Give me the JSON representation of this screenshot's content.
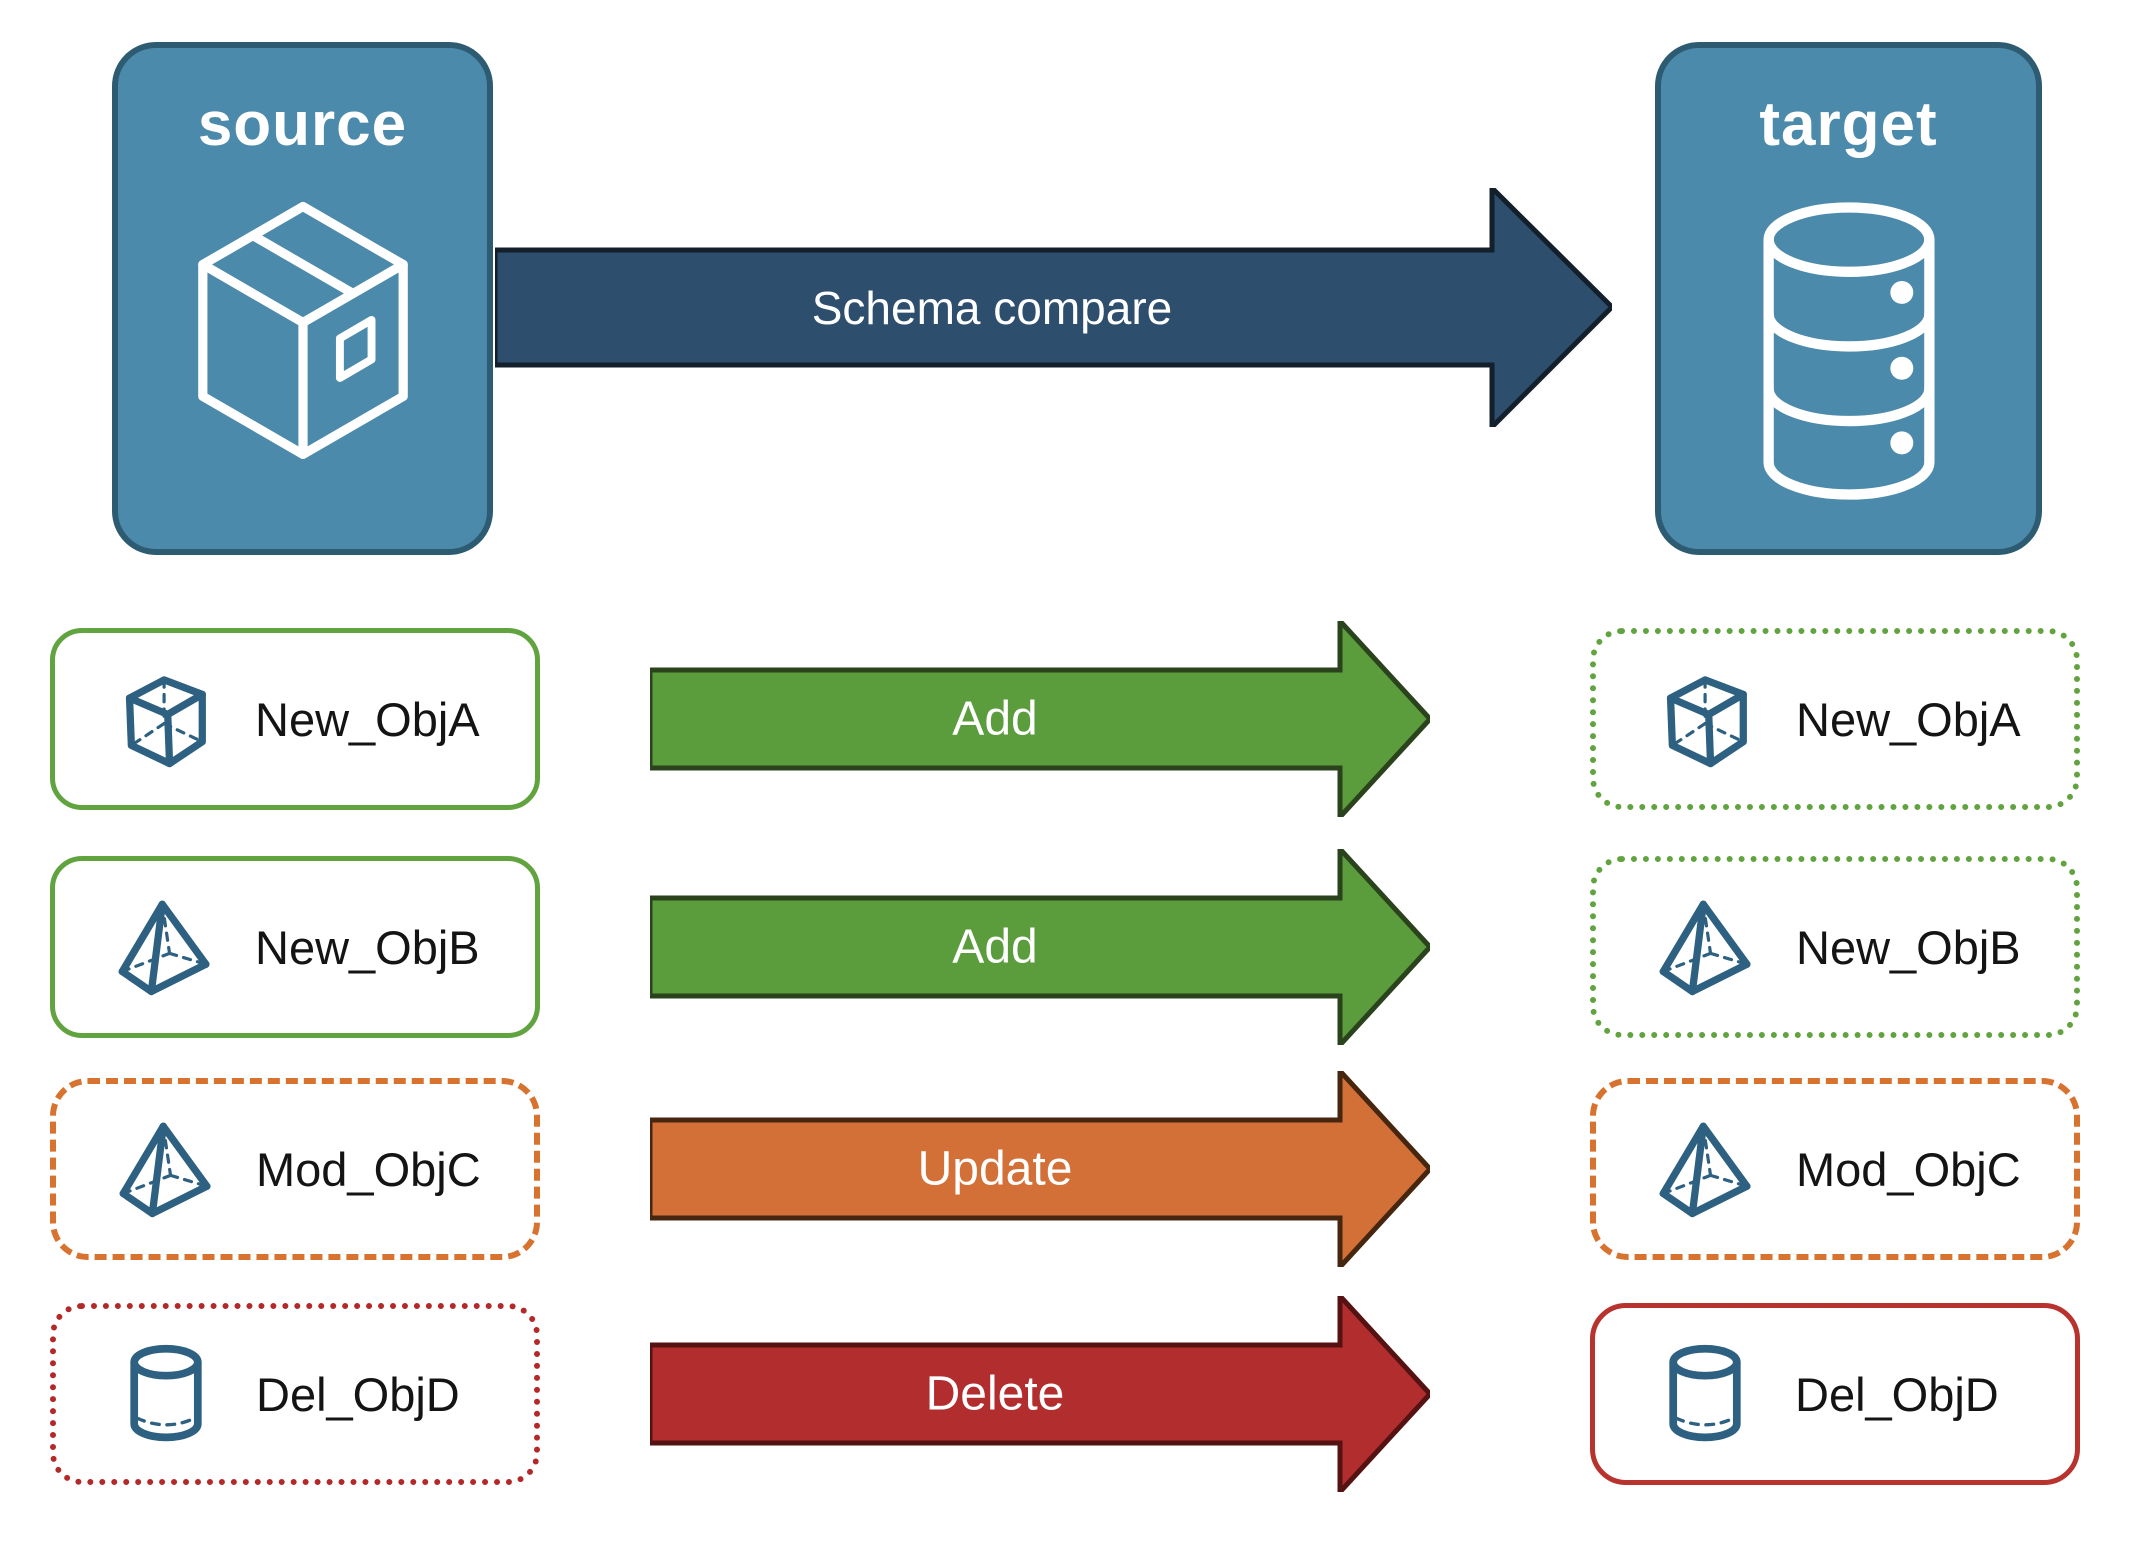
{
  "diagram": {
    "source_panel": {
      "title": "source",
      "icon": "package-box-icon"
    },
    "target_panel": {
      "title": "target",
      "icon": "database-icon"
    },
    "compare_arrow": {
      "label": "Schema compare"
    }
  },
  "rows": [
    {
      "source_label": "New_ObjA",
      "action": "Add",
      "target_label": "New_ObjA",
      "icon": "cube-icon",
      "source_border": "solid green",
      "target_border": "dotted green"
    },
    {
      "source_label": "New_ObjB",
      "action": "Add",
      "target_label": "New_ObjB",
      "icon": "pyramid-icon",
      "source_border": "solid green",
      "target_border": "dotted green"
    },
    {
      "source_label": "Mod_ObjC",
      "action": "Update",
      "target_label": "Mod_ObjC",
      "icon": "pyramid-icon",
      "source_border": "dashed orange",
      "target_border": "dashed orange"
    },
    {
      "source_label": "Del_ObjD",
      "action": "Delete",
      "target_label": "Del_ObjD",
      "icon": "cylinder-icon",
      "source_border": "dotted red",
      "target_border": "solid red"
    }
  ],
  "colors": {
    "panel_fill": "#4b8aab",
    "panel_border": "#2d5c72",
    "compare_arrow_fill": "#2e4e6e",
    "add_arrow_green": "#5b9c3d",
    "update_arrow_orange": "#d37038",
    "delete_arrow_red": "#b22d2d",
    "box_border_green": "#61a33f",
    "box_border_orange": "#d7722f",
    "box_border_red": "#b32828",
    "icon_steel_blue": "#2e6181",
    "label_text": "#141414",
    "arrow_text": "#ffffff"
  }
}
